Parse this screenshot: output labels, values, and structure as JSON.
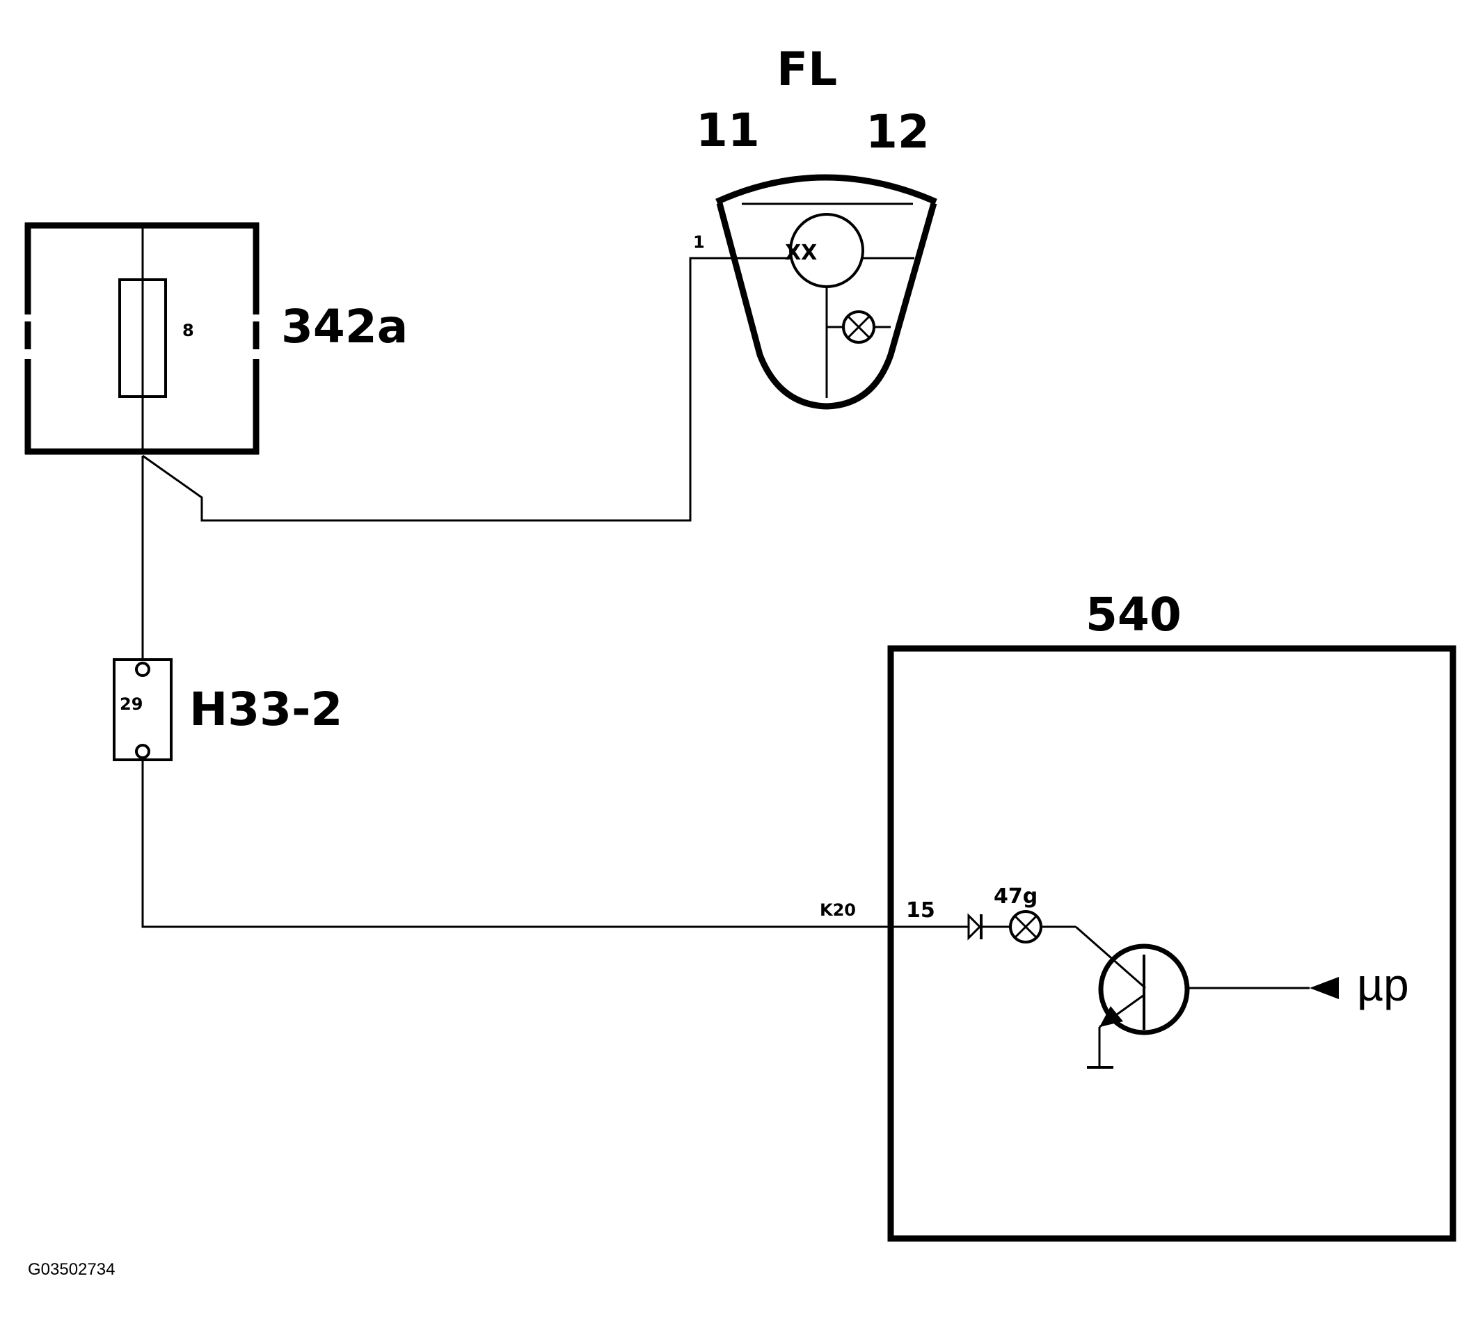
{
  "labels": {
    "fl": "FL",
    "fl_pin_left": "11",
    "fl_pin_right": "12",
    "fl_pin_1": "1",
    "fl_lamp": "XX",
    "fuse_box": "342a",
    "fuse_number": "8",
    "connector": "H33-2",
    "connector_pin": "29",
    "module": "540",
    "module_pin_code": "K20",
    "module_pin": "15",
    "module_lamp": "47g",
    "microprocessor": "µp",
    "figure_code": "G03502734"
  }
}
